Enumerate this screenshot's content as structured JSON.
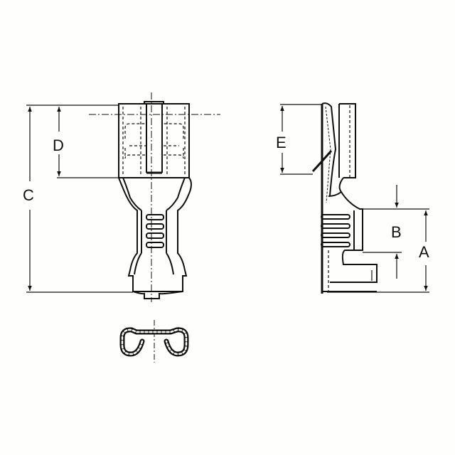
{
  "diagram": {
    "type": "technical-drawing",
    "subject": "female spade / flat receptacle crimp terminal",
    "views": [
      {
        "name": "front-view"
      },
      {
        "name": "side-view"
      },
      {
        "name": "end-section-view"
      }
    ],
    "dimensions": {
      "A": "A",
      "B": "B",
      "C": "C",
      "D": "D",
      "E": "E"
    },
    "colors": {
      "background": "#fefefc",
      "line": "#111111"
    }
  }
}
